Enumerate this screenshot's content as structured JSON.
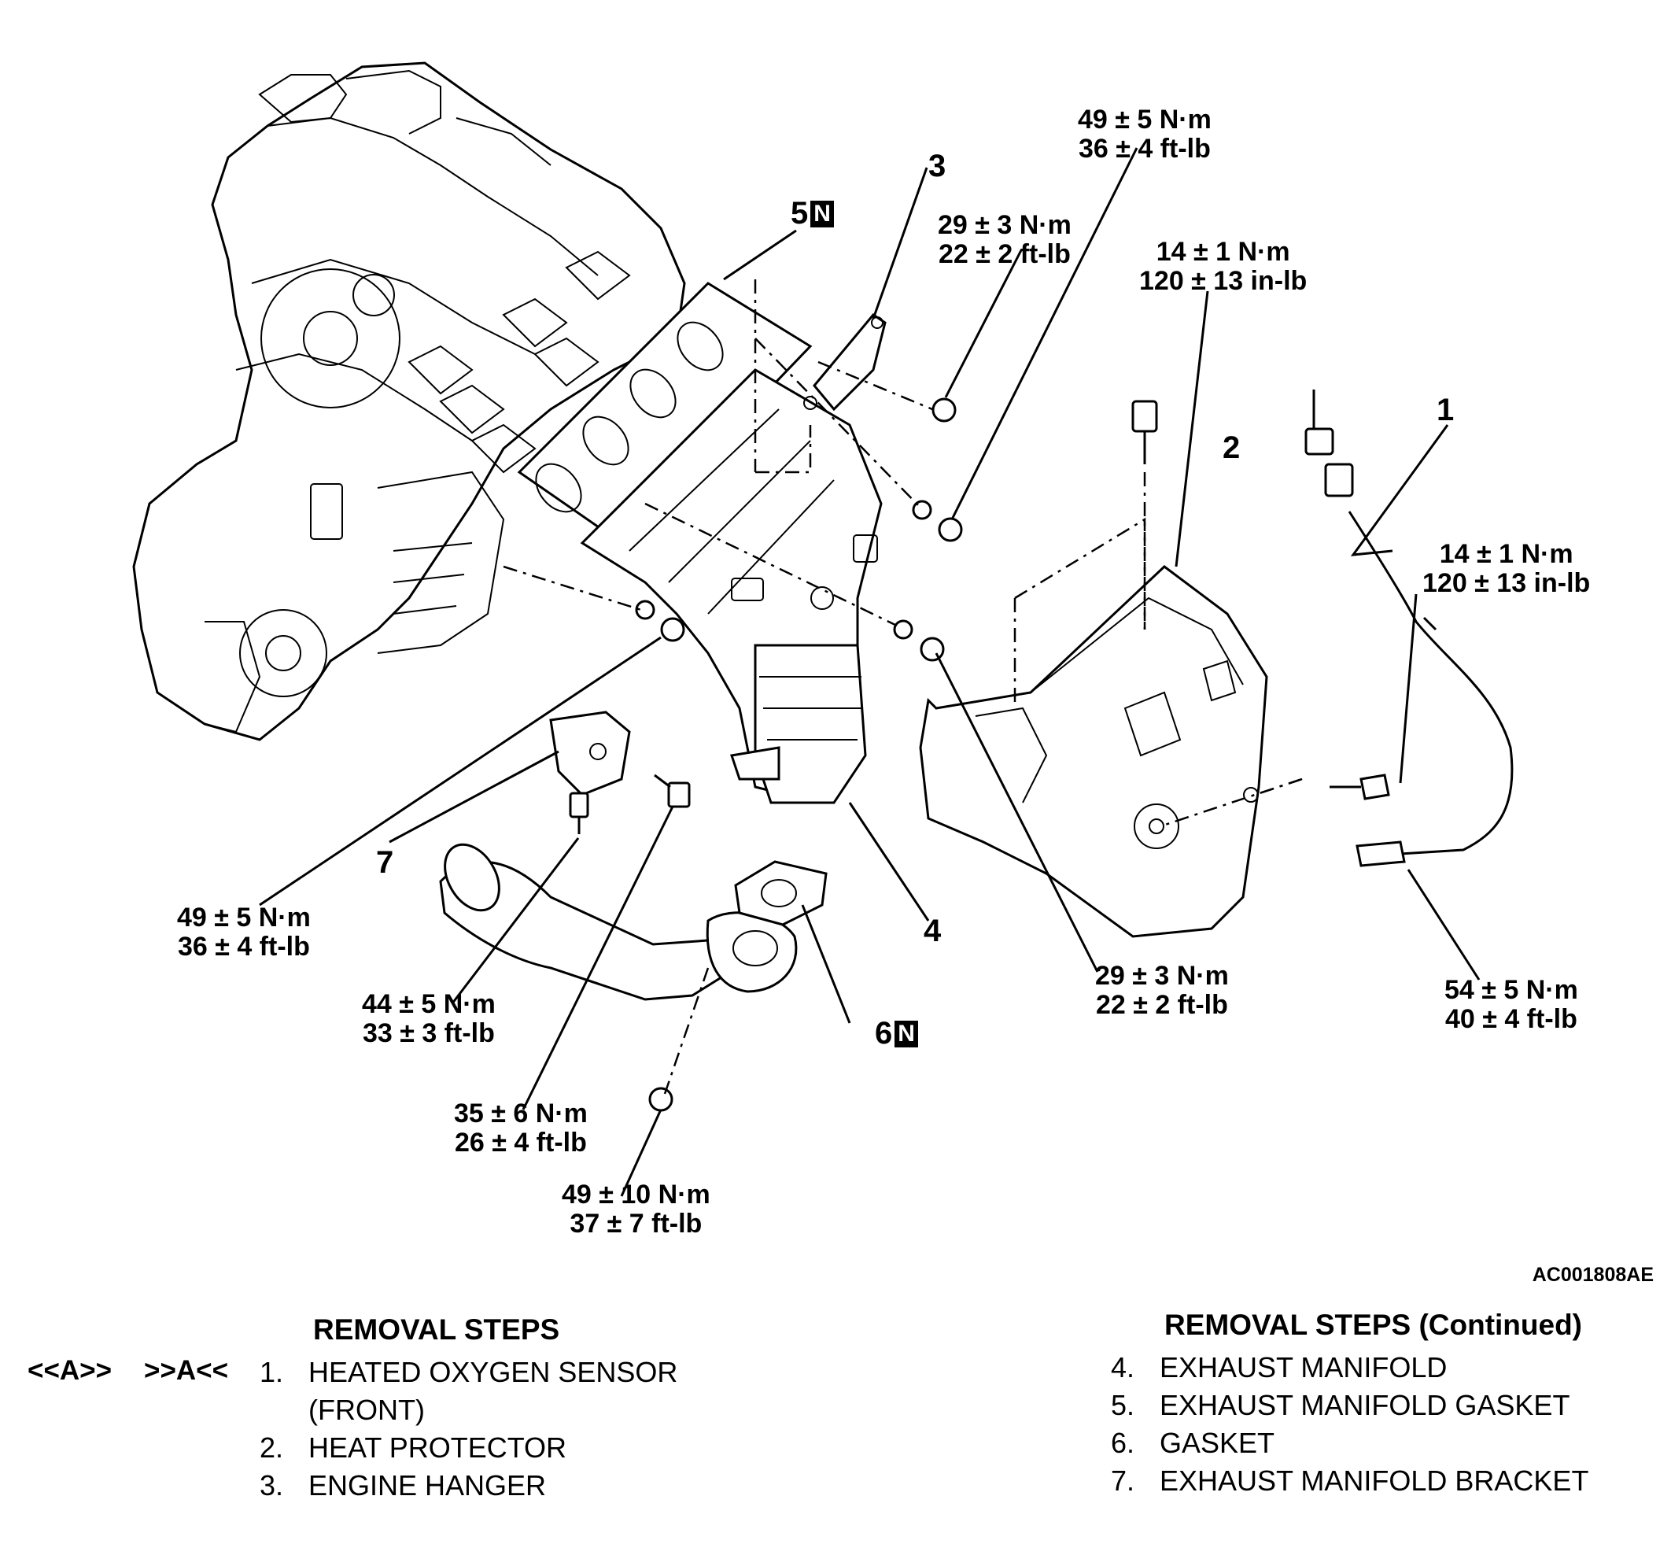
{
  "figure_code": "AC001808AE",
  "callouts": {
    "c1": "1",
    "c2": "2",
    "c3": "3",
    "c4": "4",
    "c5": "5",
    "c5_mark": "N",
    "c6": "6",
    "c6_mark": "N",
    "c7": "7"
  },
  "torques": {
    "t_top": {
      "nm": "49 ± 5 N·m",
      "imp": "36 ± 4 ft-lb"
    },
    "t_hanger": {
      "nm": "29 ± 3 N·m",
      "imp": "22 ± 2 ft-lb"
    },
    "t_protect": {
      "nm": "14 ± 1 N·m",
      "imp": "120 ± 13 in-lb"
    },
    "t_sensor_b": {
      "nm": "14 ± 1 N·m",
      "imp": "120 ± 13 in-lb"
    },
    "t_left": {
      "nm": "49 ± 5 N·m",
      "imp": "36 ± 4 ft-lb"
    },
    "t_stud": {
      "nm": "44 ± 5 N·m",
      "imp": "33 ± 3 ft-lb"
    },
    "t_bracket": {
      "nm": "35 ± 6 N·m",
      "imp": "26 ± 4 ft-lb"
    },
    "t_pipe": {
      "nm": "49 ± 10 N·m",
      "imp": "37 ± 7 ft-lb"
    },
    "t_right": {
      "nm": "29 ± 3 N·m",
      "imp": "22 ± 2 ft-lb"
    },
    "t_sensor": {
      "nm": "54 ± 5 N·m",
      "imp": "40 ± 4 ft-lb"
    }
  },
  "removal_steps": {
    "title": "REMOVAL STEPS",
    "ref_install": "<<A>>",
    "ref_remove": ">>A<<",
    "items": [
      {
        "num": "1.",
        "label": "HEATED OXYGEN SENSOR",
        "label2": "(FRONT)"
      },
      {
        "num": "2.",
        "label": "HEAT PROTECTOR"
      },
      {
        "num": "3.",
        "label": "ENGINE HANGER"
      }
    ]
  },
  "removal_steps_continued": {
    "title": "REMOVAL STEPS (Continued)",
    "items": [
      {
        "num": "4.",
        "label": "EXHAUST MANIFOLD"
      },
      {
        "num": "5.",
        "label": "EXHAUST MANIFOLD GASKET"
      },
      {
        "num": "6.",
        "label": "GASKET"
      },
      {
        "num": "7.",
        "label": "EXHAUST MANIFOLD BRACKET"
      }
    ]
  }
}
